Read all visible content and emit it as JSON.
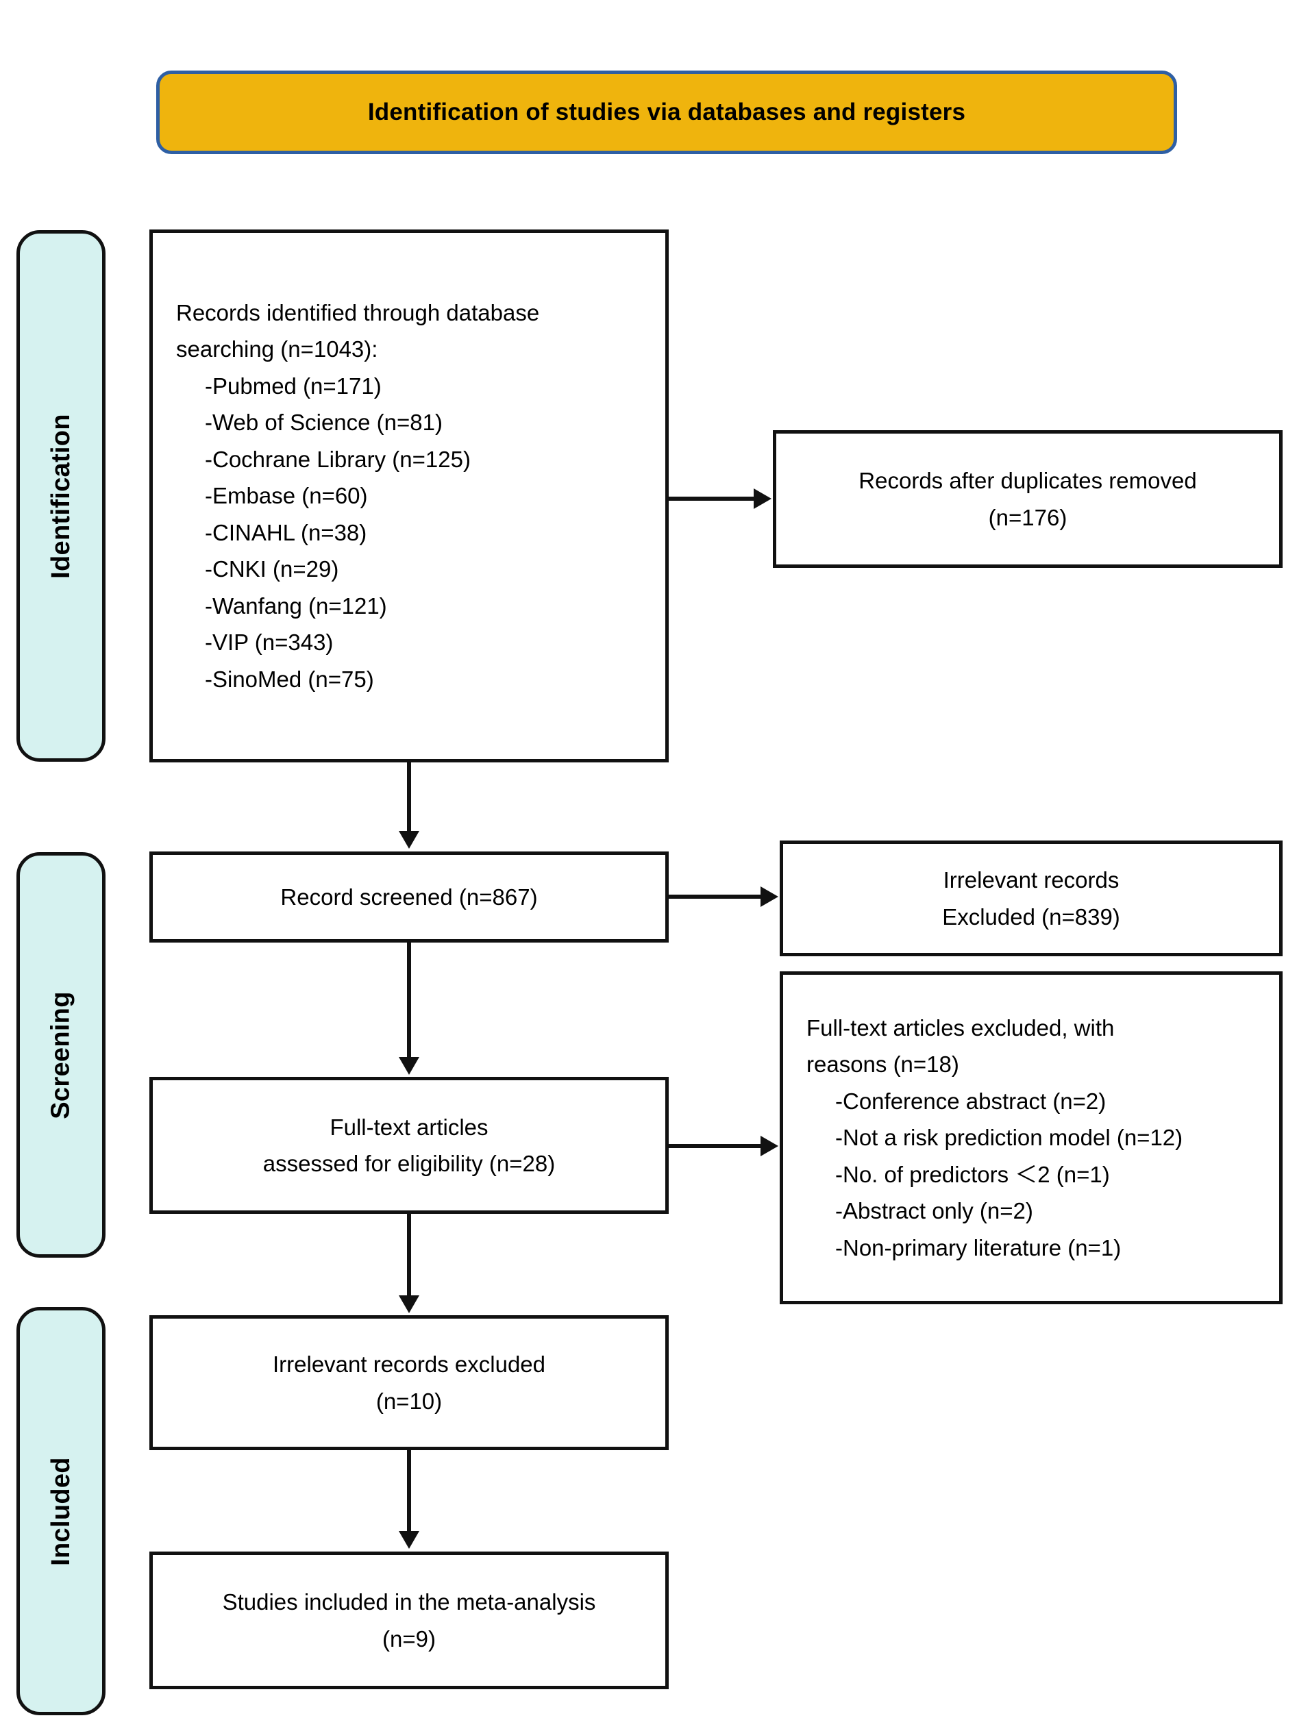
{
  "banner": {
    "title": "Identification of studies via databases and registers",
    "fill_color": "#EFB40D",
    "border_color": "#2E5FA4"
  },
  "stages": {
    "fill_color": "#D6F2F0",
    "identification": "Identification",
    "screening": "Screening",
    "included": "Included"
  },
  "boxes": {
    "identified": {
      "heading_line1": "Records identified through database",
      "heading_line2": "searching (n=1043):",
      "sources": [
        "-Pubmed (n=171)",
        "-Web of Science (n=81)",
        "-Cochrane Library (n=125)",
        "-Embase (n=60)",
        "-CINAHL (n=38)",
        "-CNKI (n=29)",
        "-Wanfang (n=121)",
        "-VIP (n=343)",
        "-SinoMed (n=75)"
      ]
    },
    "duplicates_removed": {
      "line1": "Records after duplicates removed",
      "line2": "(n=176)"
    },
    "record_screened": {
      "line1": "Record screened (n=867)"
    },
    "irrelevant_excluded_screening": {
      "line1": "Irrelevant records",
      "line2": "Excluded (n=839)"
    },
    "fulltext_excluded": {
      "heading_line1": "Full-text articles excluded, with",
      "heading_line2": "reasons (n=18)",
      "reasons": [
        "-Conference abstract (n=2)",
        "-Not a risk prediction model (n=12)",
        "-No. of predictors ＜2 (n=1)",
        "-Abstract only (n=2)",
        "-Non-primary literature (n=1)"
      ]
    },
    "fulltext_assessed": {
      "line1": "Full-text articles",
      "line2": "assessed for eligibility (n=28)"
    },
    "irrelevant_excluded_eligibility": {
      "line1": "Irrelevant records excluded",
      "line2": "(n=10)"
    },
    "studies_included": {
      "line1": "Studies included in the meta-analysis",
      "line2": "(n=9)"
    }
  }
}
